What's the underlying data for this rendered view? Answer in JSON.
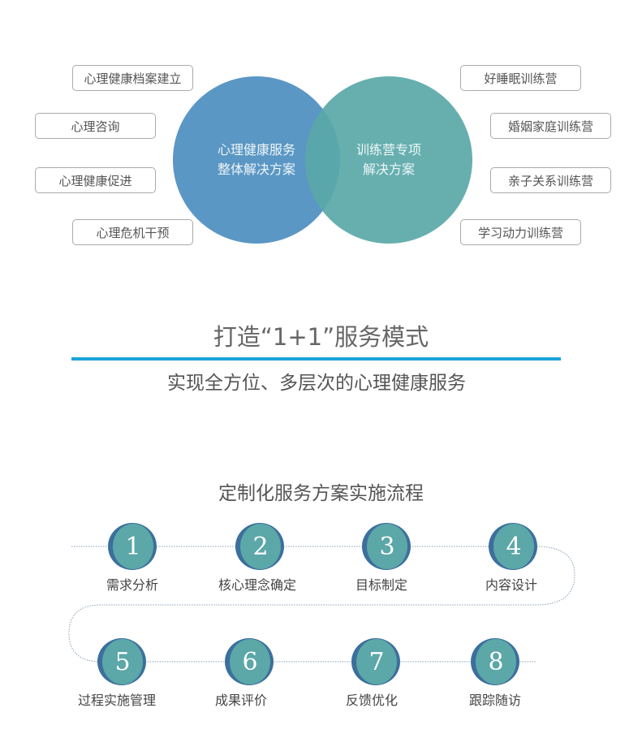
{
  "venn": {
    "left": {
      "line1": "心理健康服务",
      "line2": "整体解决方案",
      "color": "#5b97c4"
    },
    "right": {
      "line1": "训练营专项",
      "line2": "解决方案",
      "color": "#64aeae"
    }
  },
  "left_tags": [
    "心理健康档案建立",
    "心理咨询",
    "心理健康促进",
    "心理危机干预"
  ],
  "right_tags": [
    "好睡眠训练营",
    "婚姻家庭训练营",
    "亲子关系训练营",
    "学习动力训练营"
  ],
  "model": {
    "title": "打造“1+1”服务模式",
    "subtitle": "实现全方位、多层次的心理健康服务",
    "accent": "#1aa3dc"
  },
  "process": {
    "title": "定制化服务方案实施流程",
    "steps": [
      {
        "num": "1",
        "label": "需求分析"
      },
      {
        "num": "2",
        "label": "核心理念确定"
      },
      {
        "num": "3",
        "label": "目标制定"
      },
      {
        "num": "4",
        "label": "内容设计"
      },
      {
        "num": "5",
        "label": "过程实施管理"
      },
      {
        "num": "6",
        "label": "成果评价"
      },
      {
        "num": "7",
        "label": "反馈优化"
      },
      {
        "num": "8",
        "label": "跟踪随访"
      }
    ]
  }
}
